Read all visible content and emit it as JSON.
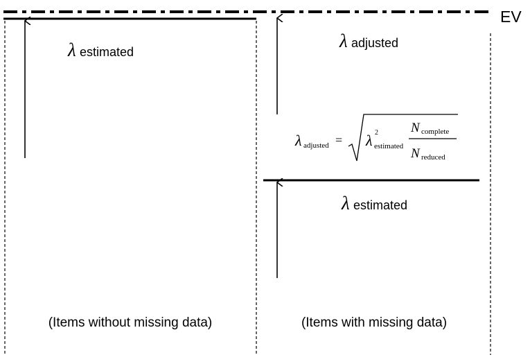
{
  "ev_label": "EV",
  "symbol": {
    "lambda": "λ"
  },
  "left_panel": {
    "estimated_sub": "estimated",
    "caption": "(Items without missing data)"
  },
  "right_panel": {
    "adjusted_sub": "adjusted",
    "estimated_sub": "estimated",
    "caption": "(Items with missing data)"
  },
  "formula": {
    "lambda": "λ",
    "lhs_sub": "adjusted",
    "equals": "=",
    "square": "2",
    "rhs_sub": "estimated",
    "N": "N",
    "num_sub": "complete",
    "den_sub": "reduced"
  },
  "colors": {
    "ink": "#000000",
    "background": "#ffffff"
  }
}
